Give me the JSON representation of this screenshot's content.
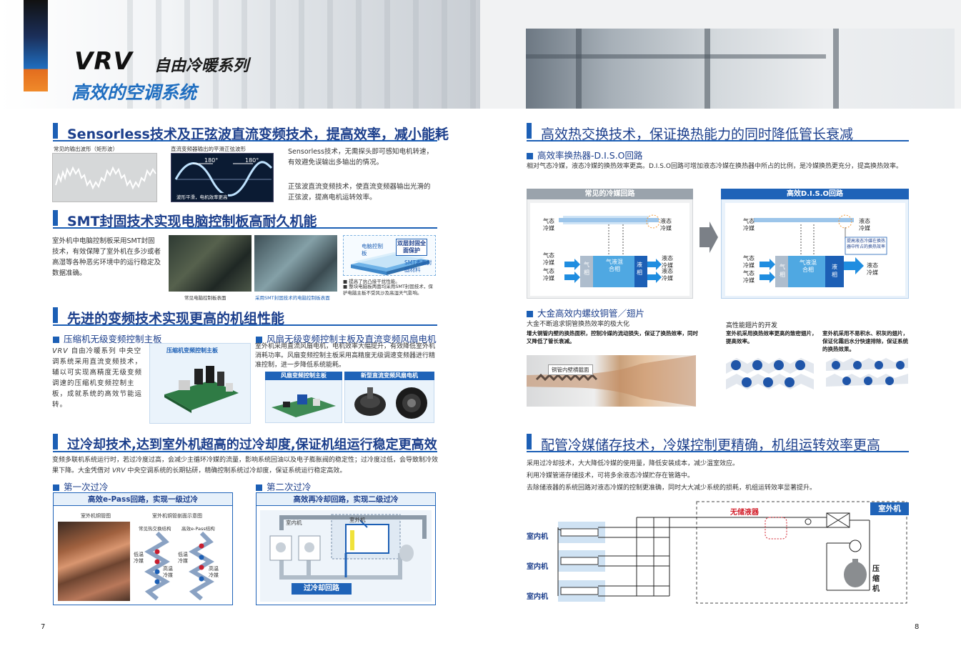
{
  "header": {
    "brand": "VRV",
    "series": "自由冷暖系列",
    "subtitle": "高效的空调系统"
  },
  "s1": {
    "title": "Sensorless技术及正弦波直流变频技术，提高效率，减小能耗",
    "label_left": "常见的输出波形（矩形波）",
    "label_mid": "直流变频器输出的平滑正弦波形",
    "deg1": "180°",
    "deg2": "180°",
    "wave_caption": "波形平滑，电机效率更高",
    "p1": "Sensorless技术，无需探头即可感知电机转速，有效避免误输出多输出的情况。",
    "p2": "正弦波直流变频技术，使直流变频器输出光滑的正弦波，提高电机运转效率。"
  },
  "s2": {
    "title": "SMT封固技术实现电脑控制板高耐久机能",
    "p": "室外机中电脑控制板采用SMT封固技术，有效保障了室外机在多沙或者高湿等各种恶劣环境中的运行稳定及数据准确。",
    "cap1": "常见电脑控制板表面",
    "cap2": "采用SMT封固技术的电脑控制板表面",
    "d_board": "电脑控制板",
    "d_double": "双层封固全面保护",
    "d_smt": "SMT表面封固材料",
    "note1": "■ 提高了抗凸接干扰性能。",
    "note2": "■ 整块电脑板两面均采用SMT封固技术，保护电脑主板不受风沙及高湿天气影响。"
  },
  "s3": {
    "title": "先进的变频技术实现更高的机组性能",
    "sub1": "压缩机无级变频控制主板",
    "p1_brand": "VRV",
    "p1": " 自由冷暖系列 中央空调系统采用直流变频技术，辅以可实现高精度无级变频调速的压缩机变频控制主板，成就系统的高效节能运转。",
    "board_label": "压缩机变频控制主板",
    "sub2": "风扇无级变频控制主板及直流变频风扇电机",
    "p2": "室外机采用直流风扇电机，电机效率大幅提升，有效降低室外机消耗功率。风扇变频控制主板采用高精度无级调速变频器进行精准控制，进一步降低系统能耗。",
    "bar1": "风扇变频控制主板",
    "bar2": "新型直流变频风扇电机"
  },
  "s4": {
    "title": "过冷却技术,达到室外机超高的过冷却度,保证机组运行稳定更高效",
    "p_a": "变频多联机系统运行时，若过冷度过高，会减少主循环冷媒的流量，影响系统回油以及电子膨胀阀的稳定性；过冷度过低，会导致制冷效果下降。大金凭借对 ",
    "p_brand": "VRV",
    "p_b": " 中央空调系统的长期钻研，精确控制系统过冷却度，保证系统运行稳定高效。",
    "sub1": "第一次过冷",
    "box1_title": "高效e-Pass回路，实现一级过冷",
    "lbl_pipe": "室外机铜管图",
    "lbl_diagram": "室外机铜管剖面示意图",
    "lbl_common": "常见热交换结构",
    "lbl_epass": "高效e-Pass结构",
    "lbl_low1": "低温冷媒",
    "lbl_high1": "高温冷媒",
    "lbl_low2": "低温冷媒",
    "lbl_high2": "高温冷媒",
    "sub2": "第二次过冷",
    "box2_title": "高效再冷却回路，实现二级过冷",
    "lbl_indoor": "室内机",
    "lbl_outdoor": "室外机",
    "loop_label": "过冷却回路"
  },
  "r1": {
    "title": "高效热交换技术，保证换热能力的同时降低管长衰减",
    "sub1": "高效率换热器-D.I.S.O回路",
    "p1": "相对气态冷媒，液态冷媒的换热效率更高。D.I.S.O回路可增加液态冷媒在换热器中所占的比例，是冷媒换热更充分，提高换热效率。",
    "common_title": "常见的冷媒回路",
    "diso_title": "高效D.I.S.O回路",
    "gas_ref": "气态冷媒",
    "liq_ref": "液态冷媒",
    "gas": "气相",
    "mix": "气液混合相",
    "liq": "液相",
    "diso_note": "提高液态冷媒在换热器中所占的换热效率",
    "sub2": "大金高效内螺纹铜管／翅片",
    "p2": "大金不断追求铜管换热效率的极大化",
    "p3": "增大铜管内壁的换热面积，控制冷媒的流动损失，保证了换热效率，同时又降低了管长衰减。",
    "pipe_label": "铜管内壁横截面",
    "fin_title": "高性能翅片的开发",
    "fin_p1": "室外机采用换热效率更高的致密翅片，提高效率。",
    "fin_p2": "室外机采用不易积水、积灰的翅片，保证化霜后水分快速排除，保证系统的换热效果。"
  },
  "r2": {
    "title": "配管冷媒储存技术，冷媒控制更精确，机组运转效率更高",
    "p1": "采用过冷却技术，大大降低冷媒的使用量，降低安装成本，减少温室效应。",
    "p2": "利用冷媒管道存储技术，可将多余液态冷媒贮存在管路中。",
    "p3": "去除储液器的系统回路对液态冷媒的控制更准确，同时大大减少系统的损耗，机组运转效率显著提升。",
    "no_accumulator": "无储液器",
    "outdoor": "室外机",
    "indoor1": "室内机",
    "indoor2": "室内机",
    "indoor3": "室内机",
    "compressor": "压缩机"
  },
  "page_left": "7",
  "page_right": "8"
}
